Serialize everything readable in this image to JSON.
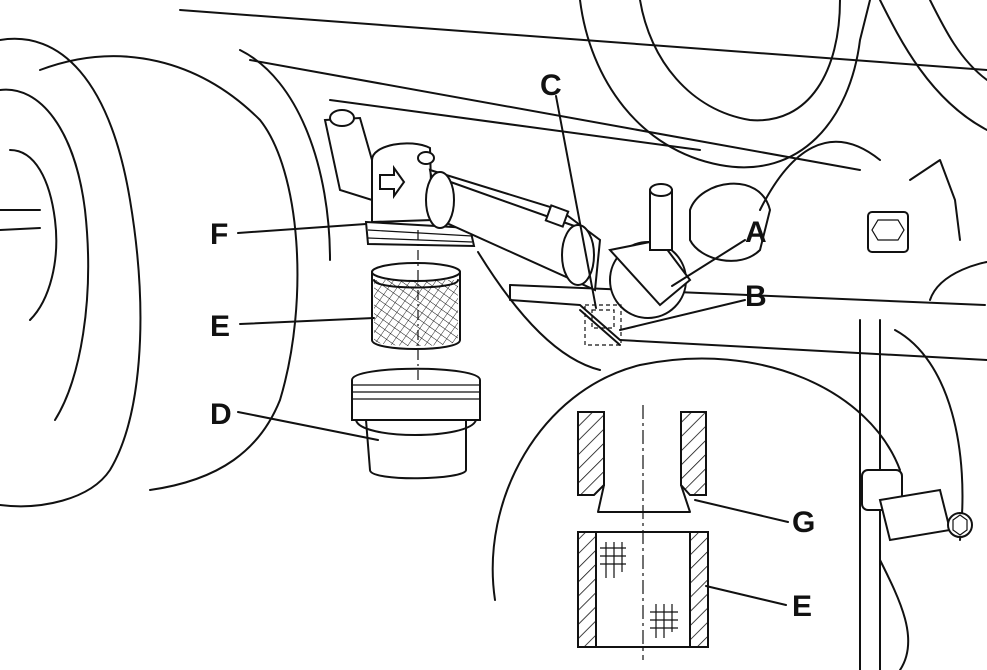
{
  "diagram": {
    "callouts": [
      {
        "id": "A",
        "text": "A"
      },
      {
        "id": "B",
        "text": "B"
      },
      {
        "id": "C",
        "text": "C"
      },
      {
        "id": "D",
        "text": "D"
      },
      {
        "id": "E1",
        "text": "E"
      },
      {
        "id": "E2",
        "text": "E"
      },
      {
        "id": "F",
        "text": "F"
      },
      {
        "id": "G",
        "text": "G"
      }
    ]
  },
  "colors": {
    "line": "#111111",
    "background": "#ffffff"
  },
  "icons": {
    "flow-arrow": "flow-direction-arrow-icon",
    "socket-screw": "hex-socket-icon"
  }
}
